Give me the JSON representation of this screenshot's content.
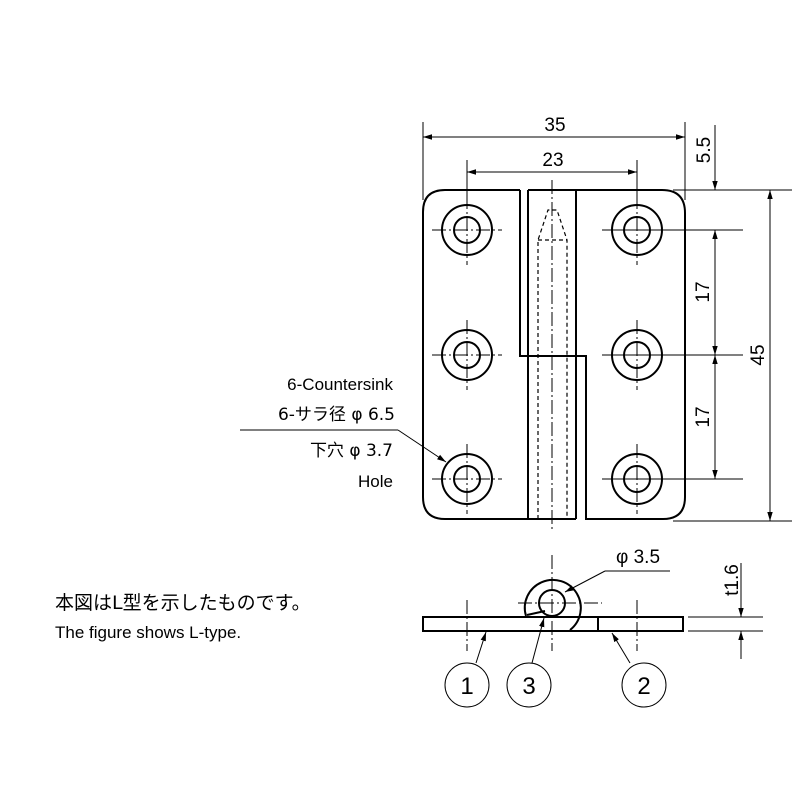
{
  "dimensions": {
    "width_total": "35",
    "hole_pitch_x": "23",
    "edge_to_hole": "5.5",
    "hole_pitch_y1": "17",
    "hole_pitch_y2": "17",
    "height_total": "45",
    "pin_diameter": "φ 3.5",
    "thickness": "t1.6"
  },
  "hole_note": {
    "countersink_en": "6-Countersink",
    "countersink_jp": "6-サラ径 φ 6.5",
    "hole_jp": "下穴 φ 3.7",
    "hole_en": "Hole"
  },
  "balloons": [
    "1",
    "3",
    "2"
  ],
  "caption": {
    "jp": "本図はL型を示したものです。",
    "en": "The figure shows L-type."
  }
}
